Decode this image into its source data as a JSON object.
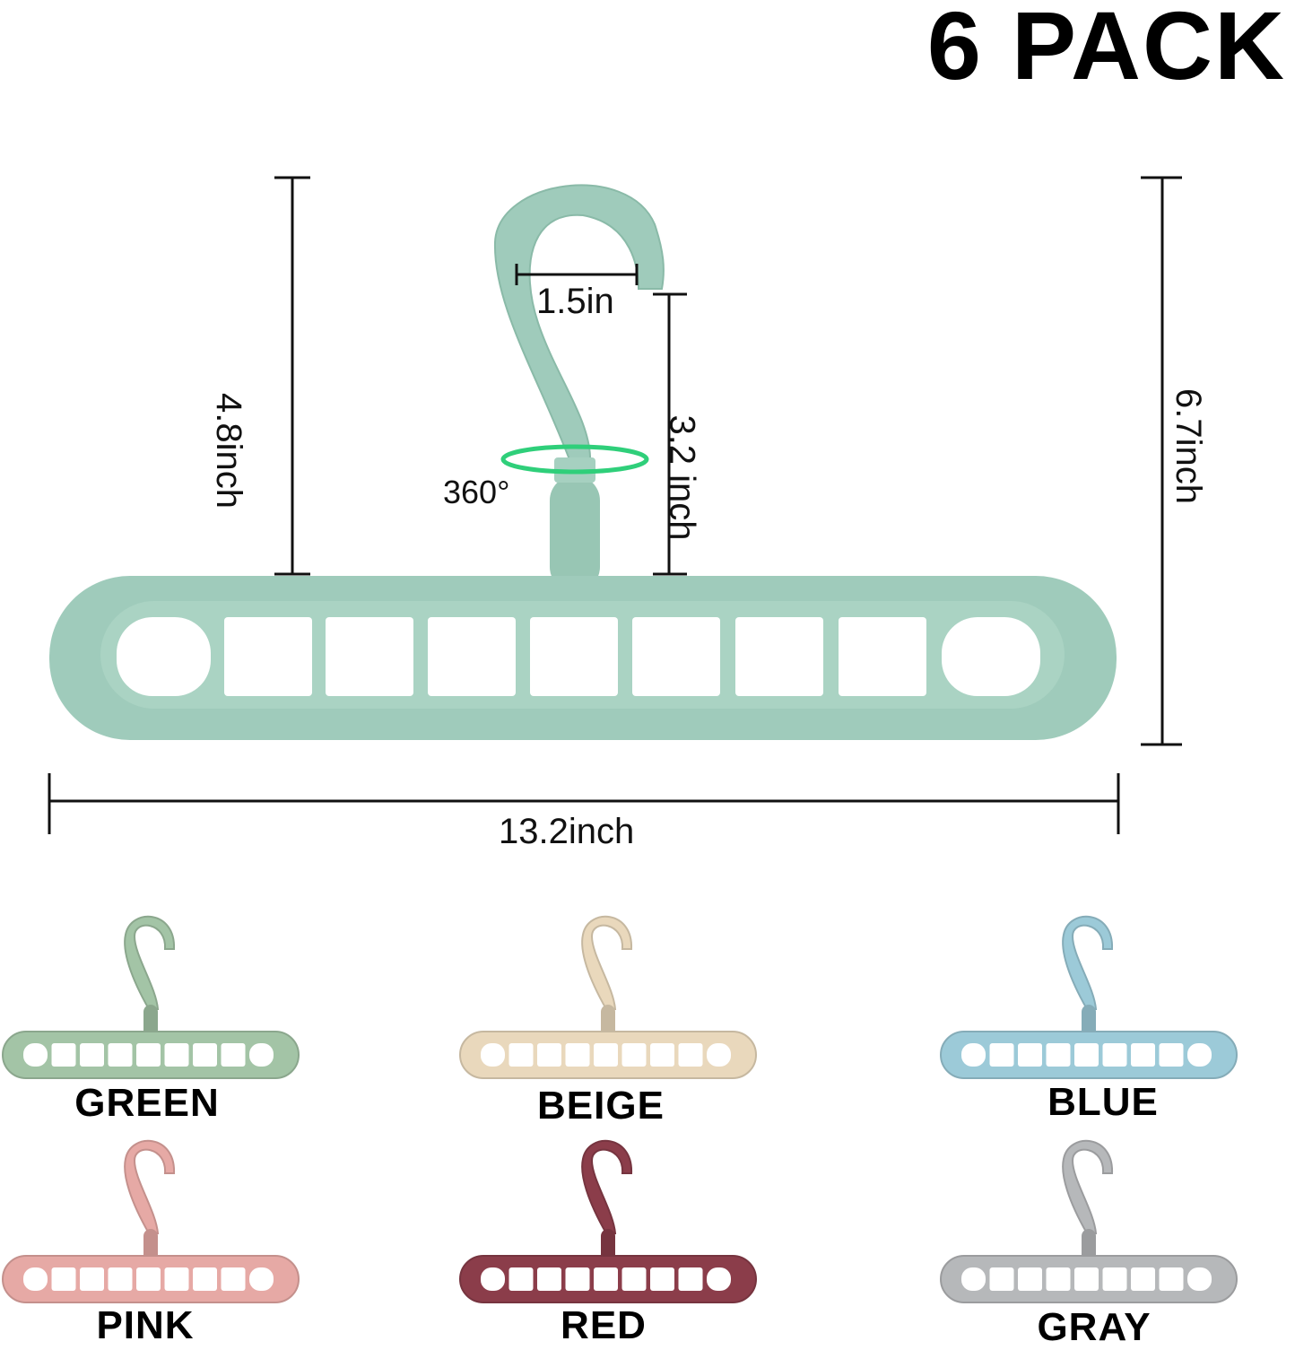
{
  "headline": "6 PACK",
  "dimensions": {
    "hook_opening": "1.5in",
    "left_height": "4.8inch",
    "hook_height": "3.2 inch",
    "total_height": "6.7inch",
    "width": "13.2inch",
    "rotation": "360°"
  },
  "main_color": "#9fcbbb",
  "variants": [
    {
      "label": "GREEN",
      "color": "#a3c4a6"
    },
    {
      "label": "BEIGE",
      "color": "#e9d8bc"
    },
    {
      "label": "BLUE",
      "color": "#9ccad8"
    },
    {
      "label": "PINK",
      "color": "#e6a9a5"
    },
    {
      "label": "RED",
      "color": "#8b3d4a"
    },
    {
      "label": "GRAY",
      "color": "#b6b8ba"
    }
  ]
}
